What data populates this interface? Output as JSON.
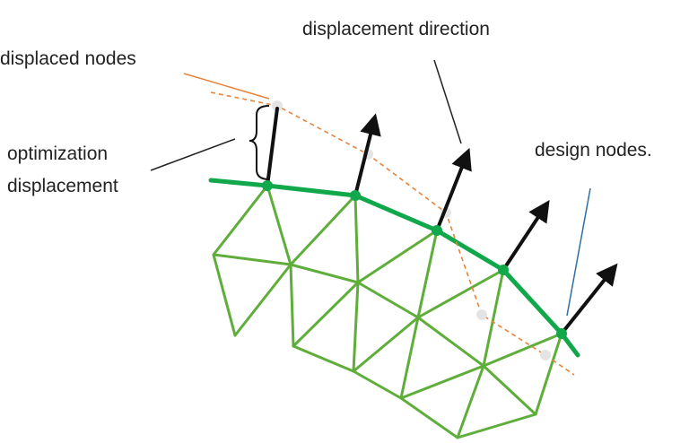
{
  "labels": {
    "displaced_nodes": "displaced nodes",
    "displacement_direction": "displacement direction",
    "optimization": "optimization",
    "displacement": "displacement",
    "design_nodes": "design nodes."
  },
  "colors": {
    "truss": "#5fad3a",
    "design_curve": "#10a84a",
    "design_node": "#10a84a",
    "displaced_curve": "#e8833a",
    "displaced_node": "#e4e4e4",
    "arrow": "#111111",
    "leader_displaced": "#e8833a",
    "leader_design": "#2e6fa0",
    "leader_default": "#222222"
  },
  "icons": {
    "arrow": "displacement-arrow-icon",
    "bracket": "curly-brace-icon"
  }
}
